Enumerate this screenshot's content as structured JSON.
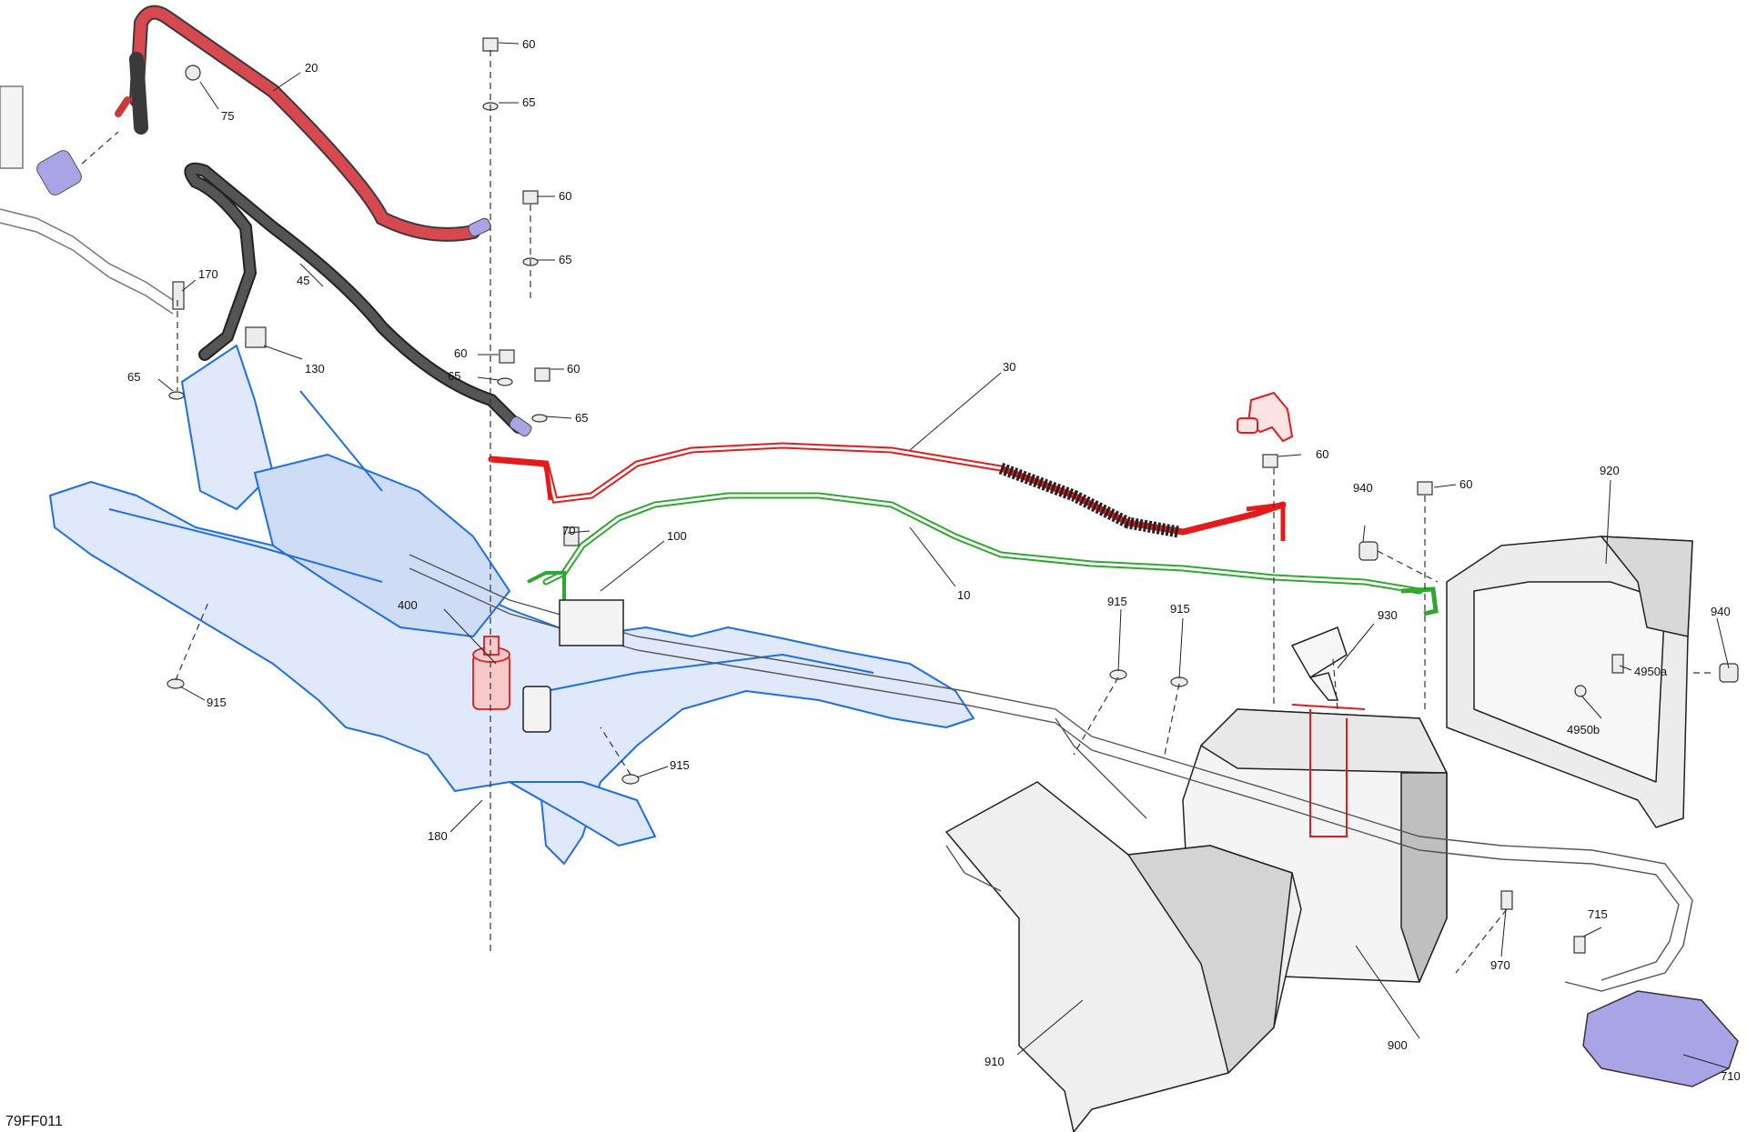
{
  "drawing_id": "79FF011",
  "colors": {
    "frame_blue": "#1e6ee8",
    "positive_red": "#e41b1b",
    "ground_green": "#2fa82f",
    "cable_black": "#3a3a3a",
    "connector_lavender": "#a9a4e6",
    "part_grey": "#e8e8e8"
  },
  "callouts": {
    "c20": "20",
    "c75": "75",
    "c45": "45",
    "c170": "170",
    "c130": "130",
    "c65a": "65",
    "c60a": "60",
    "c65b": "65",
    "c60b": "60",
    "c65c": "65",
    "c60c": "60",
    "c65d": "65",
    "c60d": "60",
    "c65e": "65",
    "c30": "30",
    "c70": "70",
    "c100": "100",
    "c10": "10",
    "c400": "400",
    "c915a": "915",
    "c180": "180",
    "c915b": "915",
    "c915c": "915",
    "c915d": "915",
    "c60e": "60",
    "c940a": "940",
    "c60f": "60",
    "c920": "920",
    "c930": "930",
    "c940b": "940",
    "c4950a": "4950a",
    "c4950b": "4950b",
    "c715": "715",
    "c970": "970",
    "c900": "900",
    "c910": "910",
    "c710": "710"
  }
}
